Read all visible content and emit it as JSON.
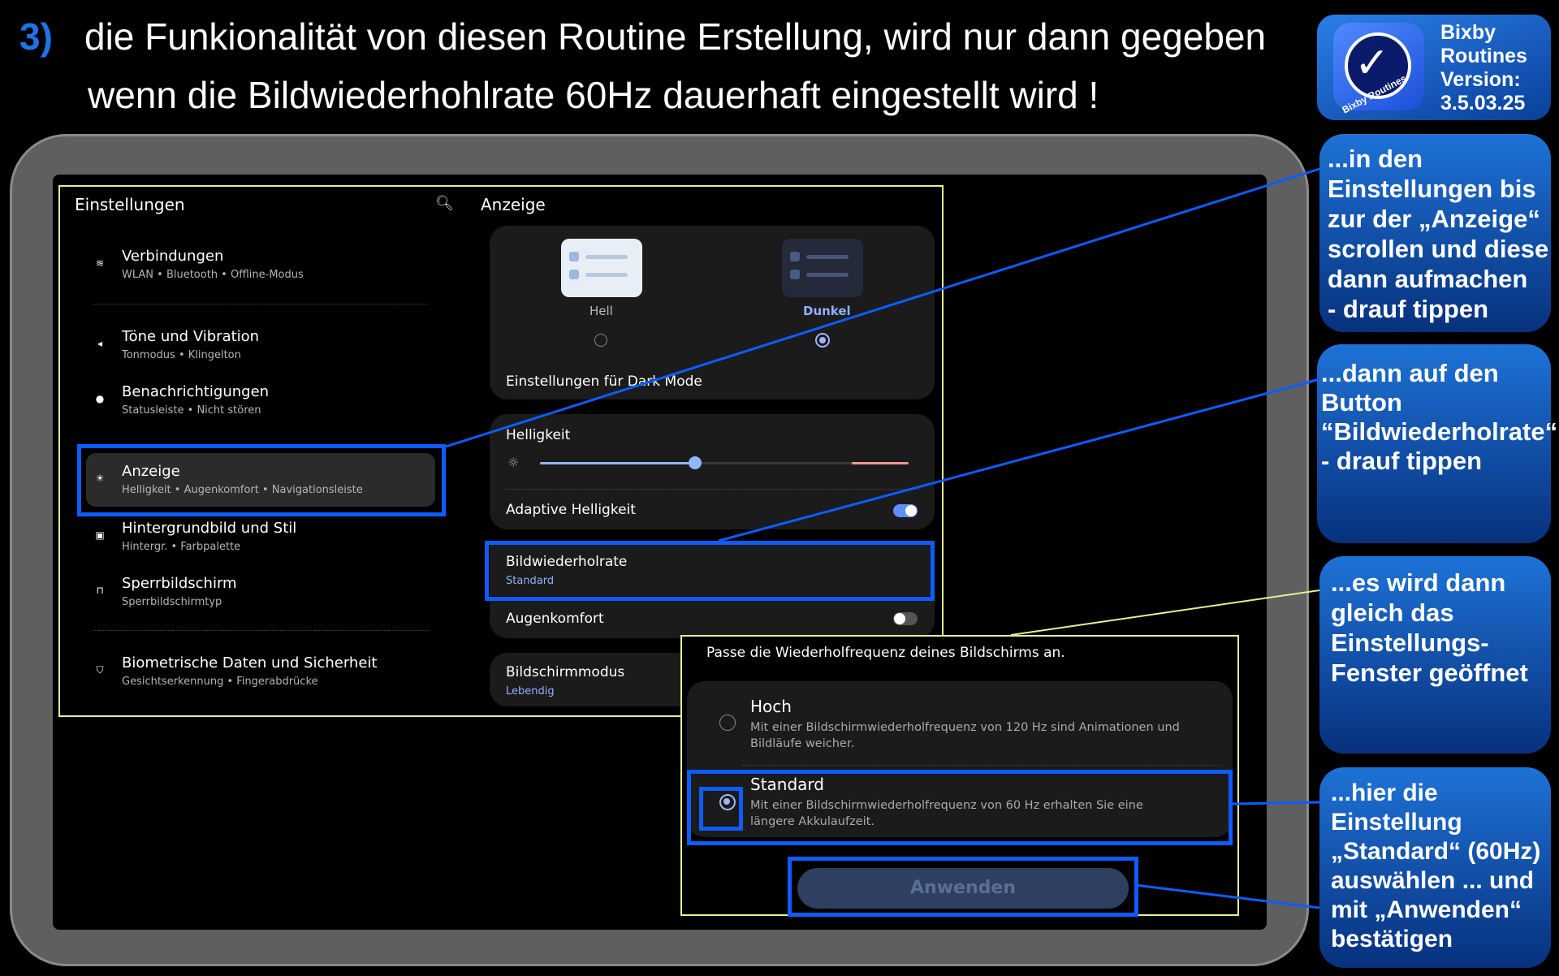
{
  "heading": {
    "step": "3)",
    "line1": "die Funkionalität von diesen  Routine Erstellung, wird nur dann gegeben",
    "line2": "wenn die Bildwiederhohlrate  60Hz  dauerhaft eingestellt wird !"
  },
  "logo": {
    "icon_text": "Bixby Routines",
    "line1": "Bixby",
    "line2": "Routines",
    "line3": "Version:",
    "line4": "3.5.03.25"
  },
  "settings": {
    "title": "Einstellungen",
    "items": [
      {
        "label": "Verbindungen",
        "sub": "WLAN  •  Bluetooth  •  Offline-Modus",
        "color": "#3d8bff",
        "icon": "wifi-icon"
      },
      {
        "label": "Töne und Vibration",
        "sub": "Tonmodus  •  Klingelton",
        "color": "#8b6ff0",
        "icon": "speaker-icon"
      },
      {
        "label": "Benachrichtigungen",
        "sub": "Statusleiste  •  Nicht stören",
        "color": "#ef6b5c",
        "icon": "bell-icon"
      },
      {
        "label": "Anzeige",
        "sub": "Helligkeit  •  Augenkomfort  •  Navigationsleiste",
        "color": "#7cc241",
        "icon": "sun-icon"
      },
      {
        "label": "Hintergrundbild und Stil",
        "sub": "Hintergr.  •  Farbpalette",
        "color": "#e8617a",
        "icon": "image-icon"
      },
      {
        "label": "Sperrbildschirm",
        "sub": "Sperrbildschirmtyp",
        "color": "#2fb37a",
        "icon": "lock-icon"
      },
      {
        "label": "Biometrische Daten und Sicherheit",
        "sub": "Gesichtserkennung  •  Fingerabdrücke",
        "color": "#7062e8",
        "icon": "shield-icon"
      }
    ]
  },
  "display": {
    "title": "Anzeige",
    "light_label": "Hell",
    "dark_label": "Dunkel",
    "dark_mode_settings": "Einstellungen für Dark Mode",
    "brightness_label": "Helligkeit",
    "brightness_level": 0.42,
    "adaptive_label": "Adaptive Helligkeit",
    "refresh_label": "Bildwiederholrate",
    "refresh_value": "Standard",
    "eye_comfort_label": "Augenkomfort",
    "screen_mode_label": "Bildschirmmodus",
    "screen_mode_value": "Lebendig"
  },
  "dialog": {
    "title": "Passe die Wiederholfrequenz deines Bildschirms an.",
    "high_label": "Hoch",
    "high_desc_1": "Mit einer Bildschirmwiederholfrequenz von 120 Hz sind Animationen und",
    "high_desc_2": "Bildläufe weicher.",
    "std_label": "Standard",
    "std_desc_1": "Mit einer Bildschirmwiederholfrequenz von 60 Hz erhalten Sie eine",
    "std_desc_2": "längere Akkulaufzeit.",
    "apply_label": "Anwenden"
  },
  "callouts": {
    "c1": "...in den\nEinstellungen bis\nzur der „Anzeige“\nscrollen und diese\ndann aufmachen\n- drauf tippen",
    "c2": "...dann auf den\nButton\n“Bildwiederholrate“\n- drauf tippen",
    "c3": "...es wird dann\ngleich das\nEinstellungs-\nFenster geöffnet",
    "c4": "...hier  die\nEinstellung\n„Standard“ (60Hz)\nauswählen ... und\nmit „Anwenden“\nbestätigen"
  },
  "colors": {
    "accent_blue": "#0d5cff",
    "frame_yellow": "#e8ef8f",
    "callout_blue": "#1e72d6"
  }
}
